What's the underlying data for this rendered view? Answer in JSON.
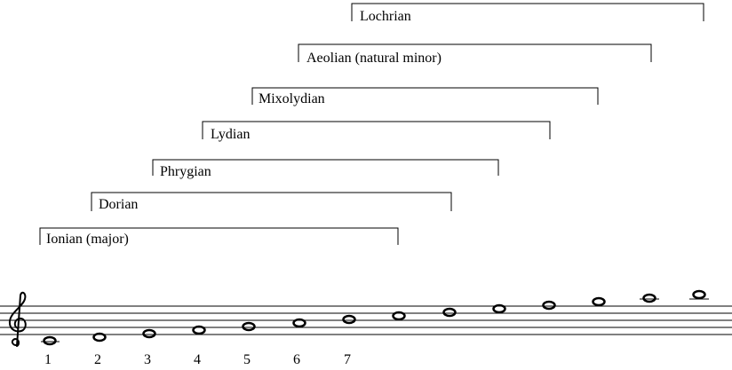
{
  "modes": [
    {
      "name": "Ionian (major)",
      "start_degree": 1
    },
    {
      "name": "Dorian",
      "start_degree": 2
    },
    {
      "name": "Phrygian",
      "start_degree": 3
    },
    {
      "name": "Lydian",
      "start_degree": 4
    },
    {
      "name": "Mixolydian",
      "start_degree": 5
    },
    {
      "name": "Aeolian (natural minor)",
      "start_degree": 6
    },
    {
      "name": "Lochrian",
      "start_degree": 7
    }
  ],
  "scale_degrees": [
    "1",
    "2",
    "3",
    "4",
    "5",
    "6",
    "7"
  ],
  "notes": [
    "C4",
    "D4",
    "E4",
    "F4",
    "G4",
    "A4",
    "B4",
    "C5",
    "D5",
    "E5",
    "F5",
    "G5",
    "A5",
    "B5"
  ],
  "clef": "treble-clef-icon",
  "colors": {
    "ink": "#000000",
    "background": "#ffffff"
  }
}
